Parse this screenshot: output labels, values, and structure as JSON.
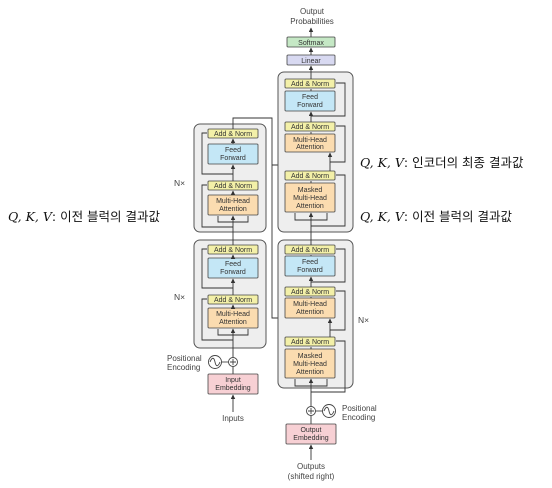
{
  "decoder": {
    "output_probabilities": [
      "Output",
      "Probabilities"
    ],
    "softmax": "Softmax",
    "linear": "Linear",
    "add_norm": "Add & Norm",
    "feed_forward": [
      "Feed",
      "Forward"
    ],
    "multi_head_attention": [
      "Multi-Head",
      "Attention"
    ],
    "masked_attention": [
      "Masked",
      "Multi-Head",
      "Attention"
    ],
    "nx": "N×",
    "positional_encoding": [
      "Positional",
      "Encoding"
    ],
    "output_embedding": [
      "Output",
      "Embedding"
    ],
    "outputs": [
      "Outputs",
      "(shifted right)"
    ]
  },
  "encoder": {
    "add_norm": "Add & Norm",
    "feed_forward": [
      "Feed",
      "Forward"
    ],
    "multi_head_attention": [
      "Multi-Head",
      "Attention"
    ],
    "nx": "N×",
    "positional_encoding": [
      "Positional",
      "Encoding"
    ],
    "input_embedding": [
      "Input",
      "Embedding"
    ],
    "inputs": "Inputs"
  },
  "annotations": {
    "encoder_qkv": {
      "math": "Q, K, V",
      "text": ": 이전 블럭의 결과값"
    },
    "decoder_cross_qkv": {
      "math": "Q, K, V",
      "text": ": 인코더의 최종 결과값"
    },
    "decoder_self_qkv": {
      "math": "Q, K, V",
      "text": ": 이전 블럭의 결과값"
    }
  },
  "colors": {
    "add_norm": "#f3f0a8",
    "feed_forward": "#c4e7f6",
    "attention": "#fbdcb0",
    "embedding": "#f7d0d4",
    "linear": "#d8d9f1",
    "softmax": "#c5e8c5",
    "block_bg": "#eeeeee",
    "stroke": "#444444"
  },
  "icons": [
    "sine-wave-icon",
    "plus-icon"
  ]
}
